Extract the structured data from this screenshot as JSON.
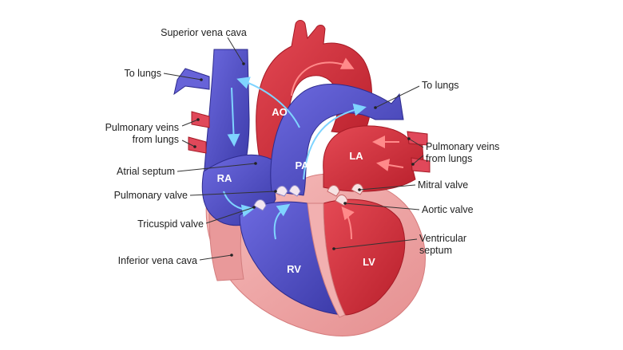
{
  "labels": {
    "superior_vena_cava": "Superior vena cava",
    "to_lungs_left": "To lungs",
    "pulmonary_veins_left_1": "Pulmonary veins",
    "pulmonary_veins_left_2": "from lungs",
    "atrial_septum": "Atrial septum",
    "pulmonary_valve": "Pulmonary valve",
    "tricuspid_valve": "Tricuspid valve",
    "inferior_vena_cava": "Inferior vena cava",
    "to_lungs_right": "To lungs",
    "pulmonary_veins_right_1": "Pulmonary veins",
    "pulmonary_veins_right_2": "from lungs",
    "mitral_valve": "Mitral valve",
    "aortic_valve": "Aortic valve",
    "ventricular_septum_1": "Ventricular",
    "ventricular_septum_2": "septum"
  },
  "chambers": {
    "ao": "AO",
    "pa": "PA",
    "ra": "RA",
    "la": "LA",
    "rv": "RV",
    "lv": "LV"
  },
  "colors": {
    "deoxygenated": "#5b57c9",
    "oxygenated": "#d8343f",
    "tissue": "#f0a7a6",
    "blue_flow": "#7fd4ff",
    "red_flow": "#ff8a8a"
  }
}
